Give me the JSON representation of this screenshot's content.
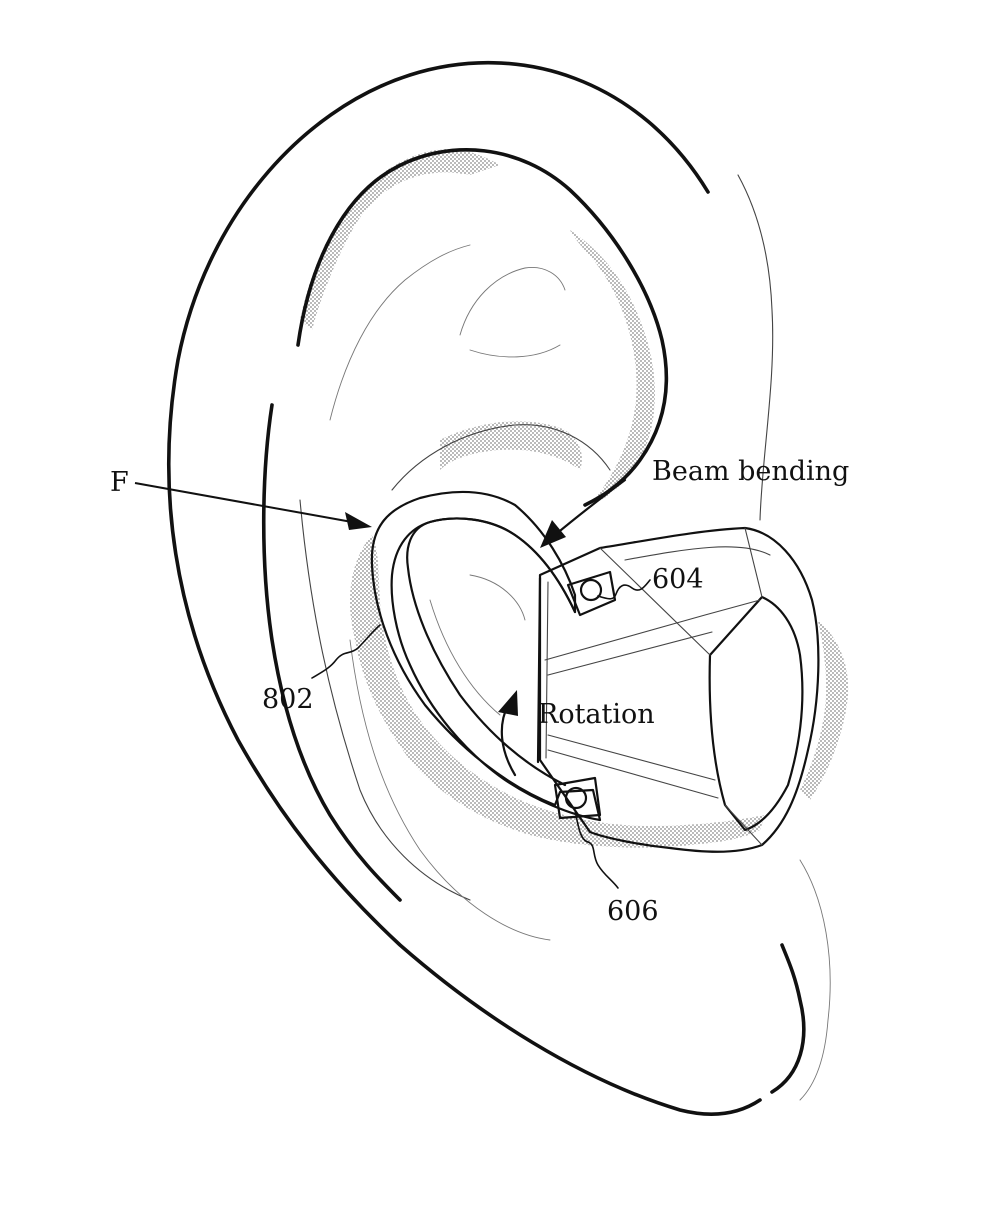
{
  "figure": {
    "labels": {
      "force": "F",
      "beam_bending": "Beam bending",
      "rotation": "Rotation",
      "ref_604": "604",
      "ref_606": "606",
      "ref_802": "802"
    }
  }
}
